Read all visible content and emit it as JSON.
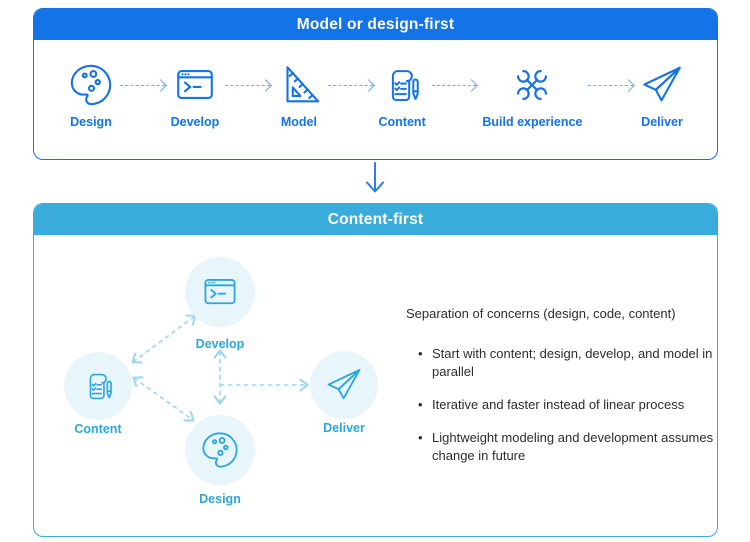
{
  "colors": {
    "primary": "#1473E6",
    "cyan_header": "#3AACDB",
    "cyan_icon": "#2BA7DC",
    "cyan_arrow": "#9CD6EF",
    "top_arrow": "#6FA8F3",
    "connector_arrow": "#2B7DE9",
    "circle_fill": "#E8F5FB",
    "text": "#2D2D2D"
  },
  "top_panel": {
    "title": "Model or design-first",
    "steps": [
      {
        "label": "Design",
        "icon": "palette-icon"
      },
      {
        "label": "Develop",
        "icon": "terminal-window-icon"
      },
      {
        "label": "Model",
        "icon": "set-square-icon"
      },
      {
        "label": "Content",
        "icon": "scroll-pen-icon"
      },
      {
        "label": "Build experience",
        "icon": "crossed-wrenches-icon"
      },
      {
        "label": "Deliver",
        "icon": "paper-plane-icon"
      }
    ]
  },
  "bottom_panel": {
    "title": "Content-first",
    "nodes": [
      {
        "label": "Content",
        "icon": "scroll-pen-icon"
      },
      {
        "label": "Develop",
        "icon": "terminal-window-icon"
      },
      {
        "label": "Design",
        "icon": "palette-icon"
      },
      {
        "label": "Deliver",
        "icon": "paper-plane-icon"
      }
    ],
    "notes": {
      "heading": "Separation of concerns (design, code, content)",
      "bullets": [
        "Start with content; design, develop, and model in parallel",
        "Iterative and faster instead of linear process",
        "Lightweight modeling and development assumes change in future"
      ]
    }
  }
}
